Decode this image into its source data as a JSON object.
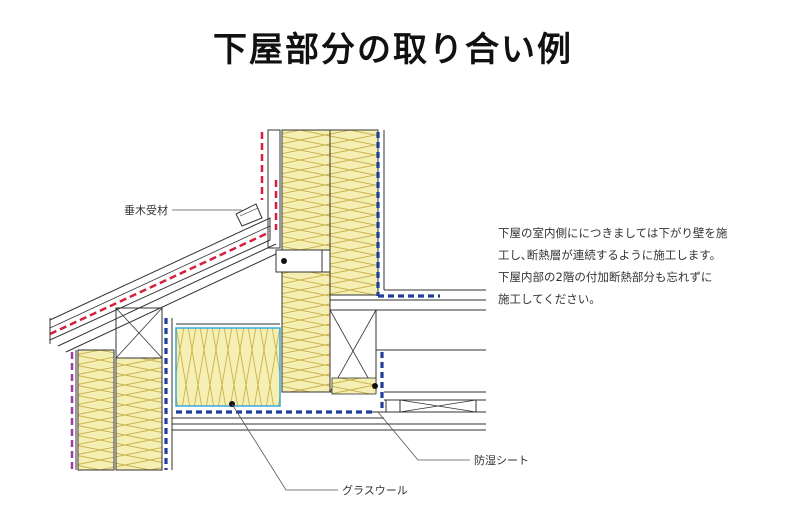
{
  "title": "下屋部分の取り合い例",
  "labels": {
    "rafter_receiver": "垂木受材",
    "moisture_sheet": "防湿シート",
    "glass_wool": "グラスウール"
  },
  "description": [
    "下屋の室内側ににつきましては下がり壁を施",
    "工し､断熱層が連続するように施工します。",
    "下屋内部の2階の付加断熱部分も忘れずに",
    "施工してください。"
  ],
  "colors": {
    "insulation": "#f6efb4",
    "insulation_zigzag": "#c9b24a",
    "moisture_barrier": "#1f3f9a",
    "roof_membrane_red": "#d61f3c",
    "roof_membrane_purple": "#9b3fa0",
    "insulation_outline": "#33aadd"
  }
}
